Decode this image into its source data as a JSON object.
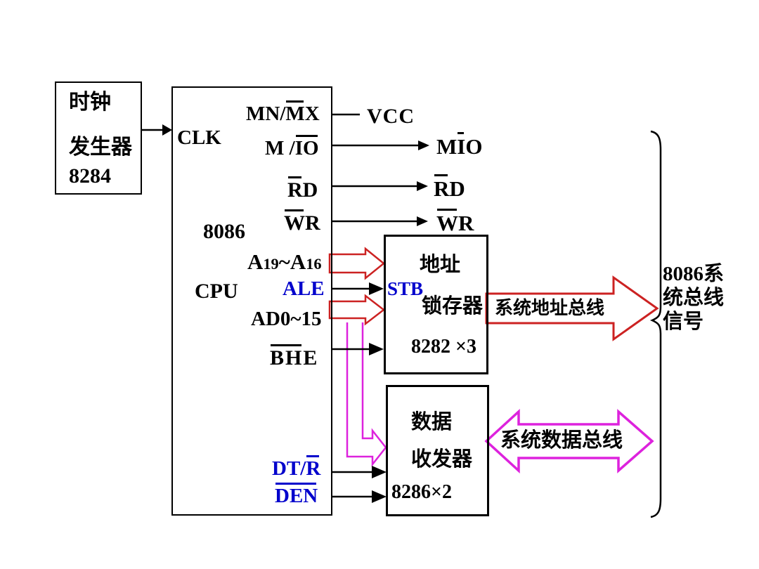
{
  "colors": {
    "blue": "#0000cc",
    "red": "#cc2222",
    "magenta": "#dd22dd",
    "black": "#000000"
  },
  "clock_box": {
    "lines": [
      "时钟",
      "发生器",
      "8284"
    ]
  },
  "cpu_box": {
    "clk": "CLK",
    "chip": "8086",
    "name": "CPU",
    "mn_mx": {
      "pre": "MN/",
      "ov": "M",
      "post": "X"
    },
    "m_io": {
      "pre": "M /",
      "ov": "IO",
      "post": ""
    },
    "rd": {
      "pre": "",
      "ov": "R",
      "post": "D"
    },
    "wr": {
      "pre": "",
      "ov": "W",
      "post": "R"
    },
    "a_bus": {
      "a1": "A",
      "n1": "19",
      "sep": "~",
      "a2": "A",
      "n2": "16"
    },
    "ale": "ALE",
    "ad_bus": "AD0~15",
    "bhe": {
      "pre": "",
      "ov": "BH",
      "post": "E"
    },
    "dt_r": {
      "pre": "DT/",
      "ov": "R",
      "post": ""
    },
    "den": {
      "pre": "",
      "ov": "DEN",
      "post": ""
    }
  },
  "outputs": {
    "vcc": "VCC",
    "m_io": {
      "pre": "M",
      "ov": "I",
      "post": "O"
    },
    "rd": {
      "pre": "",
      "ov": "R",
      "post": "D"
    },
    "wr": {
      "pre": "",
      "ov": "W",
      "post": "R"
    }
  },
  "latch_box": {
    "title1": "地址",
    "stb": "STB",
    "title2": "锁存器",
    "chip": "8282 ×3"
  },
  "transceiver_box": {
    "title1": "数据",
    "title2": "收发器",
    "chip": "8286×2"
  },
  "buses": {
    "address": "系统地址总线",
    "data": "系统数据总线"
  },
  "system_bus_label": {
    "lines": [
      "8086系",
      "统总线",
      "信号"
    ]
  }
}
